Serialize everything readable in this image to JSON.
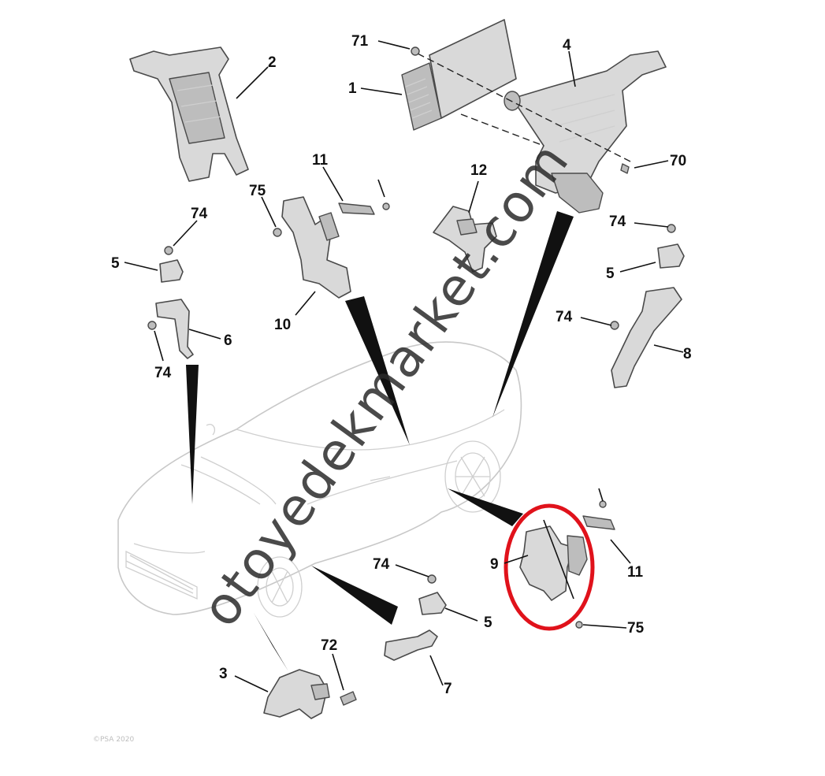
{
  "callouts": {
    "c71": "71",
    "c1": "1",
    "c4": "4",
    "c2": "2",
    "c70": "70",
    "c11a": "11",
    "c75a": "75",
    "c12": "12",
    "c74a": "74",
    "c74b": "74",
    "c5a": "5",
    "c5b": "5",
    "c10": "10",
    "c6": "6",
    "c74c": "74",
    "c74d": "74",
    "c8": "8",
    "c9": "9",
    "c11b": "11",
    "c75b": "75",
    "c74e": "74",
    "c5c": "5",
    "c72": "72",
    "c3": "3",
    "c7": "7"
  },
  "watermark": "otoyedekmarket.com",
  "copyright_mark": "©PSA 2020",
  "colors": {
    "highlight": "#e0121b",
    "ink": "#111111",
    "part_fill": "#d9d9d9"
  }
}
